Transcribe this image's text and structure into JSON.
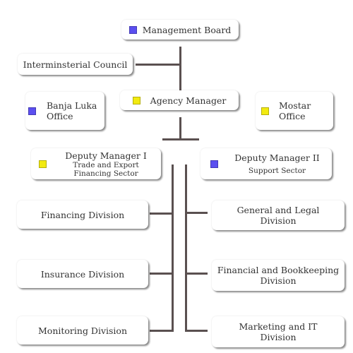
{
  "colors": {
    "blue": "#5b4ff0",
    "yellow": "#f2ea10",
    "line": "#5a5050"
  },
  "nodes": {
    "management_board": {
      "label": "Management Board",
      "marker": "blue"
    },
    "interministerial_council": {
      "label": "Interminsterial Council"
    },
    "agency_manager": {
      "label": "Agency Manager",
      "marker": "yellow"
    },
    "banja_luka_office": {
      "line1": "Banja Luka",
      "line2": "Office",
      "marker": "blue"
    },
    "mostar_office": {
      "line1": "Mostar",
      "line2": "Office",
      "marker": "yellow"
    },
    "deputy_manager_1": {
      "title": "Deputy Manager I",
      "sub1": "Trade and Export",
      "sub2": "Financing Sector",
      "marker": "yellow"
    },
    "deputy_manager_2": {
      "title": "Deputy Manager II",
      "sub1": "Support Sector",
      "marker": "blue"
    },
    "financing_division": {
      "label": "Financing Division"
    },
    "insurance_division": {
      "label": "Insurance Division"
    },
    "monitoring_division": {
      "label": "Monitoring Division"
    },
    "general_legal_division": {
      "line1": "General and Legal",
      "line2": "Division"
    },
    "financial_bookkeeping_division": {
      "line1": "Financial and Bookkeeping",
      "line2": "Division"
    },
    "marketing_it_division": {
      "line1": "Marketing and IT",
      "line2": "Division"
    }
  }
}
